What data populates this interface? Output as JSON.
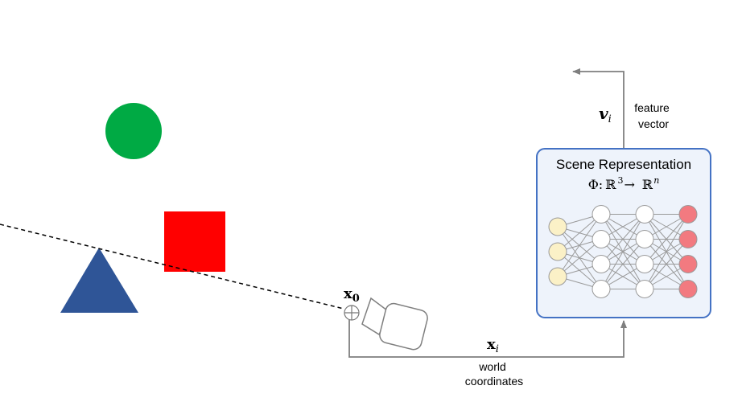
{
  "labels": {
    "x0_base": "x",
    "x0_sub": "0",
    "xi_base": "x",
    "xi_sub": "i",
    "vi_base": "v",
    "vi_sub": "i",
    "feature_vector_line1": "feature",
    "feature_vector_line2": "vector",
    "world_coordinates_line1": "world",
    "world_coordinates_line2": "coordinates"
  },
  "scene_box": {
    "title": "Scene Representation",
    "formula_phi": "Φ:",
    "formula_r3": "ℝ",
    "formula_exp3": "3",
    "formula_arrow": "→",
    "formula_rn": "ℝ",
    "formula_expn": "n"
  },
  "network": {
    "layers": [
      3,
      4,
      4,
      4
    ],
    "input_color": "#FBF1C7",
    "hidden_color": "#FFFFFF",
    "output_color": "#F27A80",
    "edge_color": "#9A9A9A"
  },
  "colors": {
    "circle": "#00AA44",
    "square": "#FF0000",
    "triangle": "#2F5597",
    "box_border": "#4472C4",
    "box_fill": "#EEF3FB",
    "arrow": "#7F7F7F"
  }
}
